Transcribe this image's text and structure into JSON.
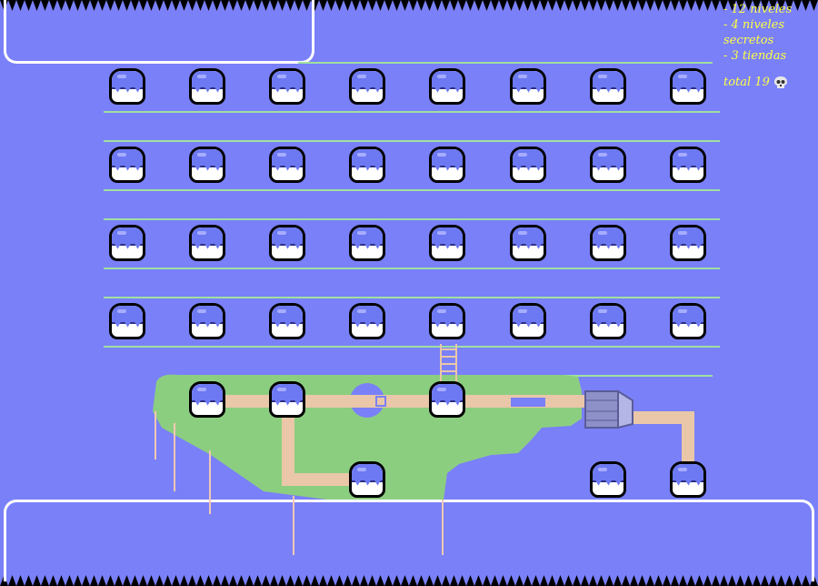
{
  "legend": {
    "line1": "- 12 niveles",
    "line2": "- 4 niveles",
    "line3": "secretos",
    "line4": "- 3 tiendas",
    "total": "total 19"
  },
  "icons": {
    "level_node": "level-node-icon",
    "skull": "skull-icon",
    "ladder": "ladder-icon",
    "gate": "gate-icon"
  },
  "colors": {
    "water": "#7a80f8",
    "island": "#8cce80",
    "path": "#e9c7a8",
    "legend_text": "#ffff44",
    "frame": "#ffffff",
    "guide_line": "#9fe0a0"
  }
}
